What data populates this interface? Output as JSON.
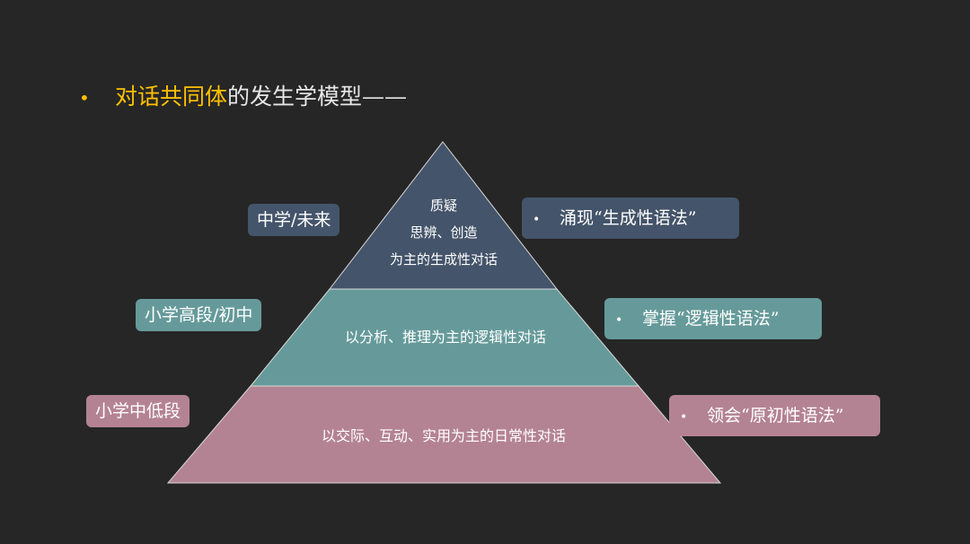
{
  "title": {
    "bullet": "•",
    "highlight": "对话共同体",
    "rest": "的发生学模型——"
  },
  "pyramid": {
    "tiers": [
      {
        "lines": [
          "质疑",
          "思辨、创造",
          "为主的生成性对话"
        ],
        "stage": "中学/未来",
        "note": "涌现“生成性语法”",
        "color": "#44546a"
      },
      {
        "lines": [
          "以分析、推理为主的逻辑性对话"
        ],
        "stage": "小学高段/初中",
        "note": "掌握“逻辑性语法”",
        "color": "#669a9a"
      },
      {
        "lines": [
          "以交际、互动、实用为主的日常性对话"
        ],
        "stage": "小学中低段",
        "note": "领会“原初性语法”",
        "color": "#b48393"
      }
    ],
    "bullet": "•"
  }
}
